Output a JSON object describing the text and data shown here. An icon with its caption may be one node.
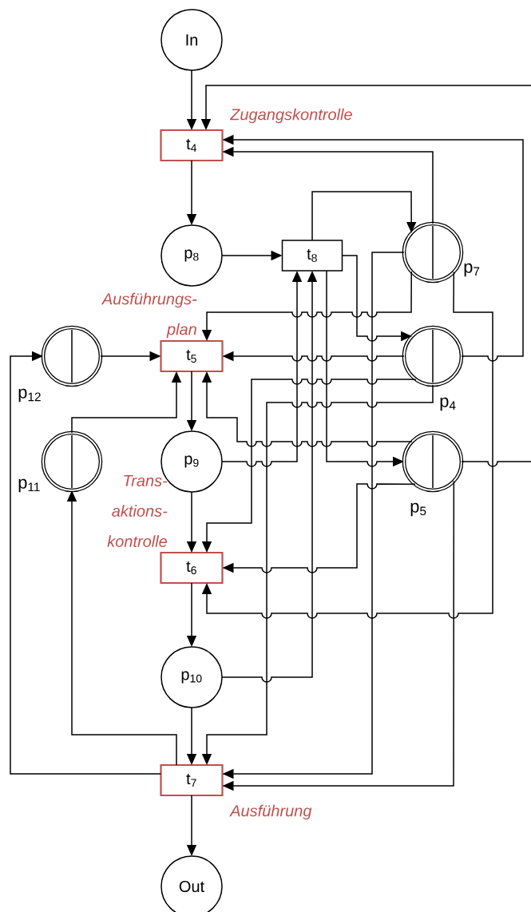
{
  "diagram": {
    "nodes": [
      {
        "text": [
          "In"
        ]
      },
      {
        "text": [
          "t$_{4}$"
        ],
        "beside": [
          "Zugangskontrolle"
        ]
      },
      {
        "text": [
          "p$_{8}$"
        ]
      },
      {
        "text": [
          "t$_{8}$"
        ]
      },
      {
        "text": [],
        "shape": "circle",
        "beside": [
          "p$_{7}$"
        ]
      },
      {
        "text": [],
        "shape": "circle",
        "beside": [
          "p$_{12}$"
        ]
      },
      {
        "text": [
          "t$_{5}$"
        ],
        "beside": [
          "Ausführungs- plan"
        ]
      },
      {
        "text": [],
        "shape": "circle",
        "beside": [
          "p$_{4}$"
        ]
      },
      {
        "text": [],
        "shape": "circle",
        "beside": [
          "p$_{11}$"
        ]
      },
      {
        "text": [
          "p$_{9}$"
        ]
      },
      {
        "text": [],
        "shape": "circle",
        "beside": [
          "p$_{5}$"
        ]
      },
      {
        "text": [
          "t$_{6}$"
        ],
        "beside": [
          "Trans- aktions- kontrolle"
        ]
      },
      {
        "text": [
          "p$_{10}$"
        ]
      },
      {
        "text": [
          "t$_{7}$"
        ],
        "beside": [
          "Ausführung"
        ]
      },
      {
        "text": [
          "Out"
        ]
      }
    ],
    "edges": [
      {
        "from": 0,
        "to": 1,
        "arrow": "to"
      },
      {
        "from": null,
        "to": 1,
        "arrow": "to"
      },
      {
        "from": 7,
        "to": 1,
        "arrow": "to"
      },
      {
        "from": 4,
        "to": 1,
        "arrow": "to"
      },
      {
        "from": 1,
        "to": 2,
        "arrow": "to"
      },
      {
        "from": 2,
        "to": 3,
        "arrow": "to"
      },
      {
        "from": 3,
        "to": 4,
        "arrow": "to"
      },
      {
        "from": 4,
        "to": 6,
        "arrow": "to"
      },
      {
        "from": 3,
        "to": 7,
        "arrow": "to"
      },
      {
        "from": 7,
        "to": 6,
        "arrow": "to"
      },
      {
        "from": 5,
        "to": 6,
        "arrow": "to"
      },
      {
        "from": 8,
        "to": 6,
        "arrow": "to"
      },
      {
        "from": 10,
        "to": 6,
        "arrow": "to"
      },
      {
        "from": 6,
        "to": 9,
        "arrow": "to"
      },
      {
        "from": 9,
        "to": 3,
        "arrow": "to"
      },
      {
        "from": 12,
        "to": 3,
        "arrow": "to"
      },
      {
        "from": 3,
        "to": 10,
        "arrow": "to"
      },
      {
        "from": 7,
        "to": 11,
        "arrow": "to"
      },
      {
        "from": 10,
        "to": 11,
        "arrow": "to"
      },
      {
        "from": 4,
        "to": 11,
        "arrow": "to"
      },
      {
        "from": 9,
        "to": 11,
        "arrow": "to"
      },
      {
        "from": 11,
        "to": 12,
        "arrow": "to"
      },
      {
        "from": 12,
        "to": 13,
        "arrow": "to"
      },
      {
        "from": 7,
        "to": 13,
        "arrow": "to"
      },
      {
        "from": 4,
        "to": 13,
        "arrow": "to"
      },
      {
        "from": 10,
        "to": 13,
        "arrow": "to"
      },
      {
        "from": 13,
        "to": 5,
        "arrow": "to"
      },
      {
        "from": 13,
        "to": 8,
        "arrow": "to"
      },
      {
        "from": 13,
        "to": 14,
        "arrow": "to"
      },
      {
        "from": 10,
        "to": null,
        "arrow": "none"
      }
    ]
  }
}
